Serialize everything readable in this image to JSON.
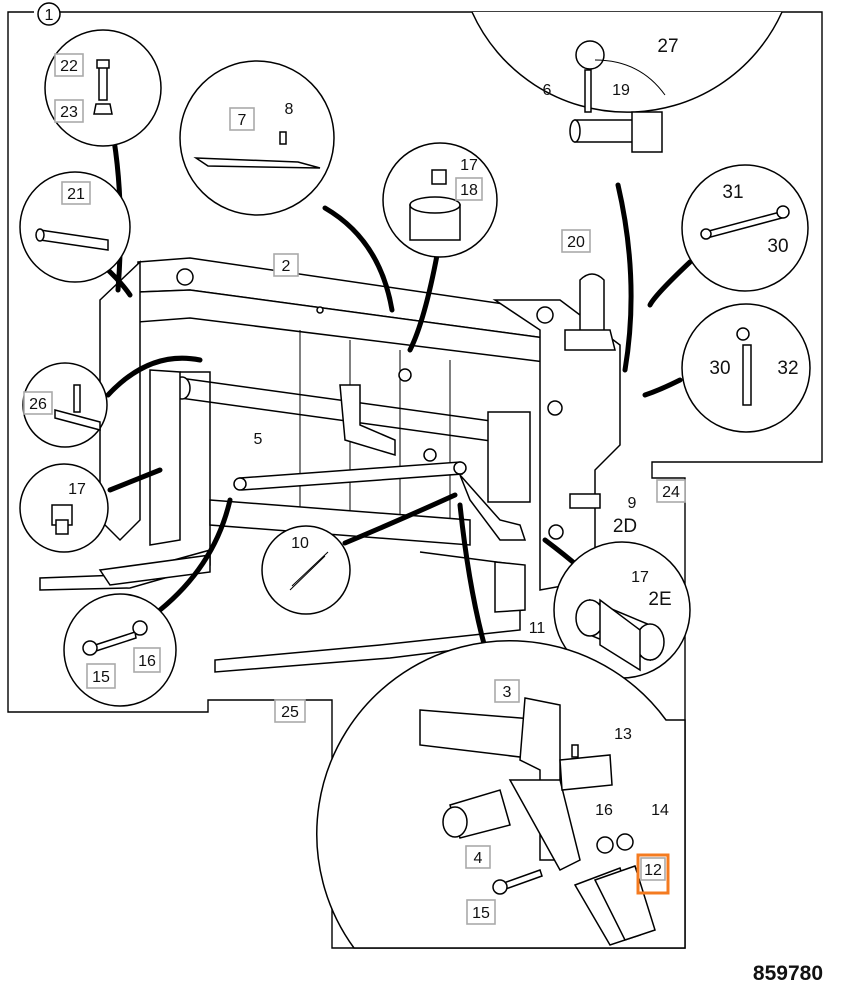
{
  "figure_id": "859780",
  "assembly_number": "1",
  "callouts": {
    "c2": "2",
    "c3": "3",
    "c4": "4",
    "c5": "5",
    "c6": "6",
    "c7": "7",
    "c8": "8",
    "c9": "9",
    "c10": "10",
    "c11": "11",
    "c12": "12",
    "c13": "13",
    "c14": "14",
    "c15a": "15",
    "c15b": "15",
    "c16a": "16",
    "c16b": "16",
    "c17a": "17",
    "c17b": "17",
    "c17c": "17",
    "c18": "18",
    "c19": "19",
    "c20": "20",
    "c21": "21",
    "c22": "22",
    "c23": "23",
    "c24": "24",
    "c25": "25",
    "c26": "26",
    "c27": "27",
    "c30a": "30",
    "c30b": "30",
    "c31": "31",
    "c32": "32",
    "c2D": "2D",
    "c2E": "2E"
  },
  "selected_callout": "12",
  "colors": {
    "highlight": "#f47b20",
    "label_box": "#aaaaaa"
  }
}
